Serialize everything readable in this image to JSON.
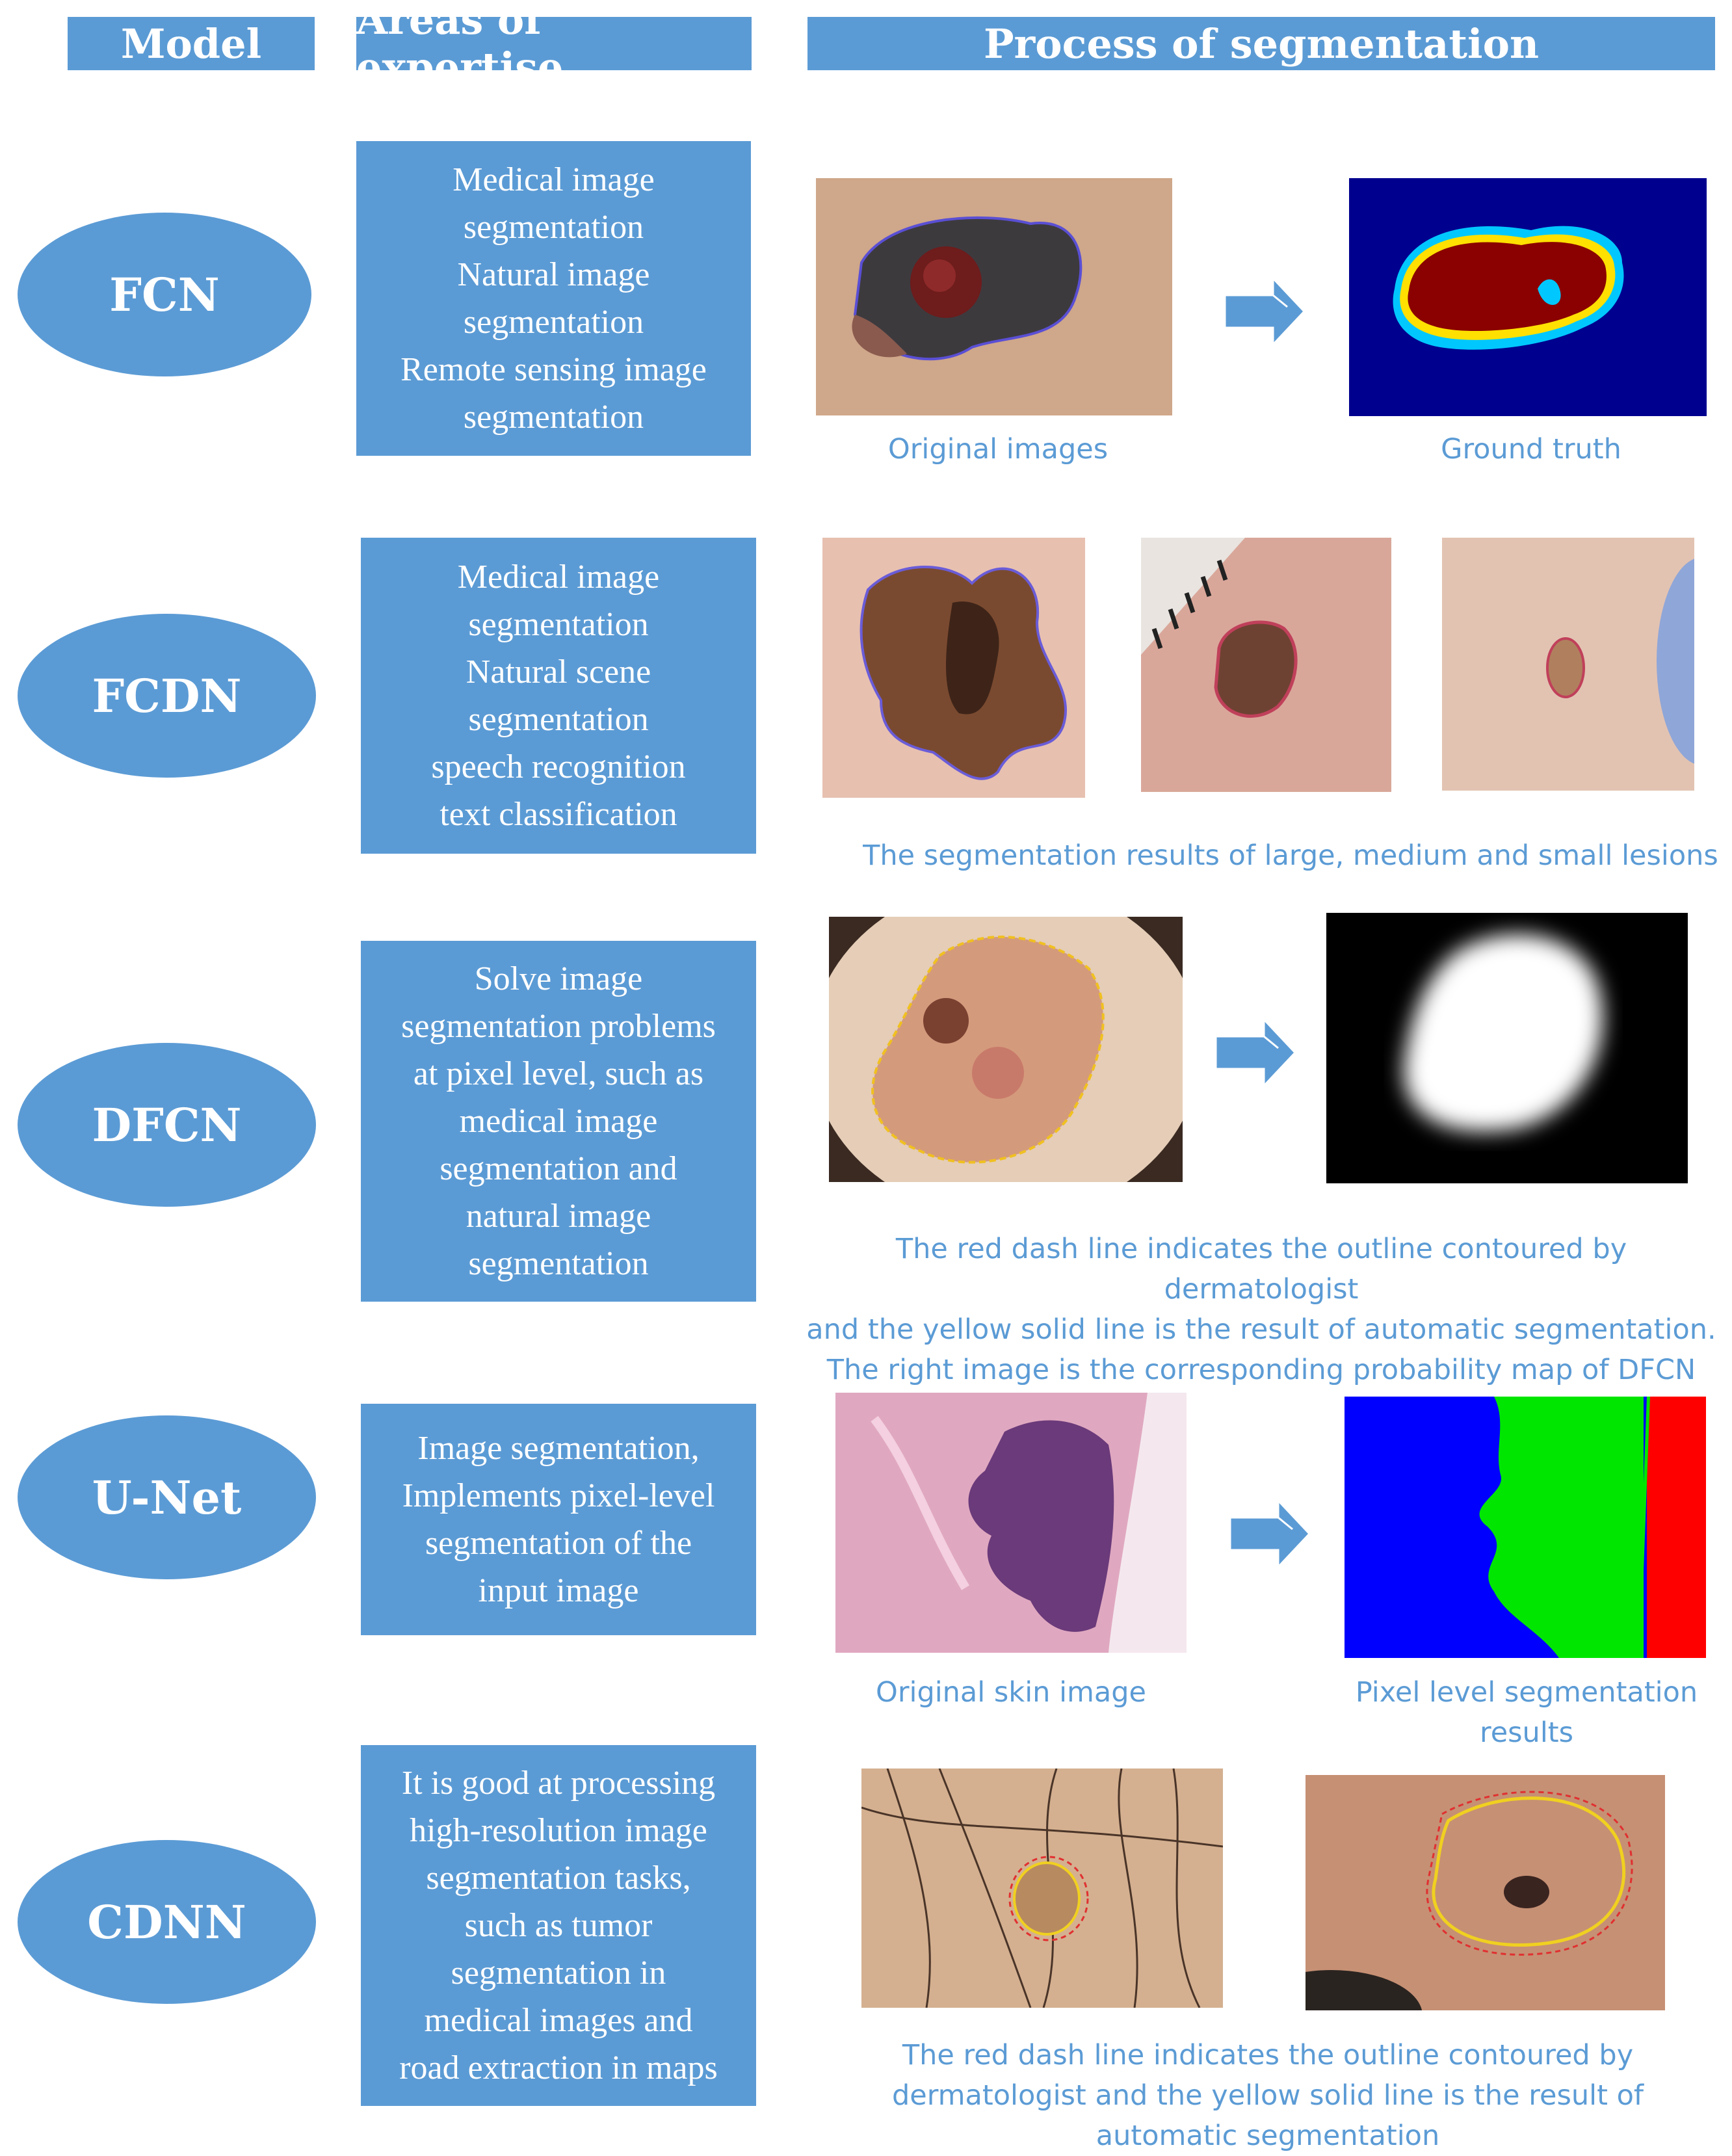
{
  "headers": {
    "model": "Model",
    "expertise": "Areas of expertise",
    "process": "Process of segmentation"
  },
  "rows": [
    {
      "model": "FCN",
      "expertise": [
        "Medical image",
        "segmentation",
        "Natural image",
        "segmentation",
        "Remote sensing image",
        "segmentation"
      ],
      "captions": [
        "Original images",
        "Ground truth"
      ]
    },
    {
      "model": "FCDN",
      "expertise": [
        "Medical image",
        "segmentation",
        "Natural scene",
        "segmentation",
        "speech recognition",
        "text classification"
      ],
      "captions": [
        "The segmentation results of large, medium and small lesions"
      ]
    },
    {
      "model": "DFCN",
      "expertise": [
        "Solve image",
        "segmentation problems",
        "at pixel level, such as",
        "medical image",
        "segmentation and",
        "natural image",
        "segmentation"
      ],
      "captions": [
        "The red dash line indicates the outline contoured by dermatologist",
        "and the yellow solid line is the result of automatic segmentation.",
        "The right image is the corresponding probability map of DFCN"
      ]
    },
    {
      "model": "U-Net",
      "expertise": [
        "Image segmentation,",
        "Implements pixel-level",
        "segmentation of the",
        "input image"
      ],
      "captions": [
        "Original skin image",
        "Pixel level segmentation",
        "results"
      ]
    },
    {
      "model": "CDNN",
      "expertise": [
        "It is good at processing",
        "high-resolution image",
        "segmentation tasks,",
        "such as tumor",
        "segmentation in",
        "medical images and",
        "road extraction in maps"
      ],
      "captions": [
        "The red dash line indicates the outline contoured by",
        "dermatologist and the yellow solid line is the result of",
        "automatic segmentation"
      ]
    }
  ],
  "colors": {
    "accent": "#5b9bd5",
    "text_on_accent": "#ffffff"
  },
  "icons": {
    "arrow": "block-arrow-right-icon"
  }
}
